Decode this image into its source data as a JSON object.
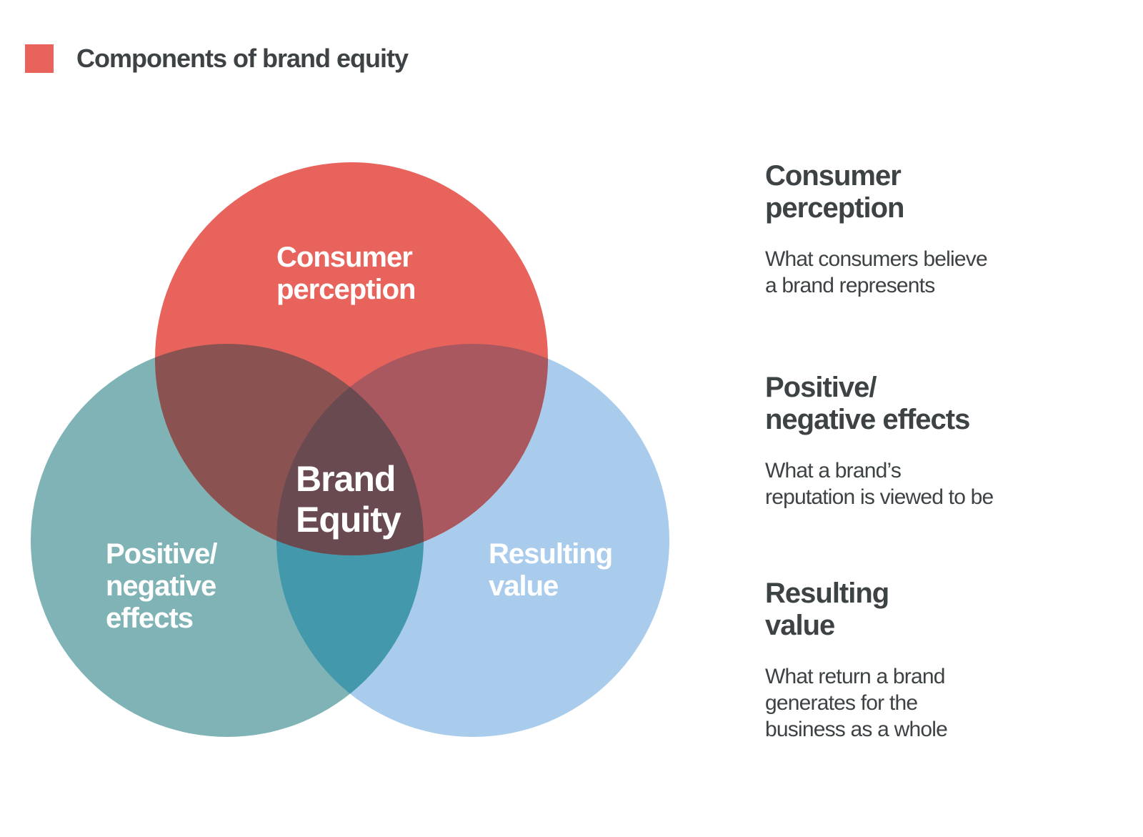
{
  "title": "Components of brand equity",
  "colors": {
    "legend_swatch": "#e8635c",
    "consumer_perception": "#e8635c",
    "positive_negative": "#7fb3b5",
    "resulting_value": "#a9cbec",
    "overlap_top_left": "#8a5250",
    "overlap_top_right": "#a8585e",
    "overlap_bottom": "#4399ab",
    "center": "#694a50",
    "text_dark": "#3d4244"
  },
  "venn": {
    "consumer_perception_label": [
      "Consumer",
      "perception"
    ],
    "positive_negative_label": [
      "Positive/",
      "negative",
      "effects"
    ],
    "resulting_value_label": [
      "Resulting",
      "value"
    ],
    "center_label": [
      "Brand",
      "Equity"
    ]
  },
  "descriptions": [
    {
      "heading": "Consumer\nperception",
      "text": "What consumers believe\na brand represents"
    },
    {
      "heading": "Positive/\nnegative  effects",
      "text": "What a brand’s\nreputation is viewed to be"
    },
    {
      "heading": "Resulting\nvalue",
      "text": "What return a brand\ngenerates for the\nbusiness as a whole"
    }
  ]
}
